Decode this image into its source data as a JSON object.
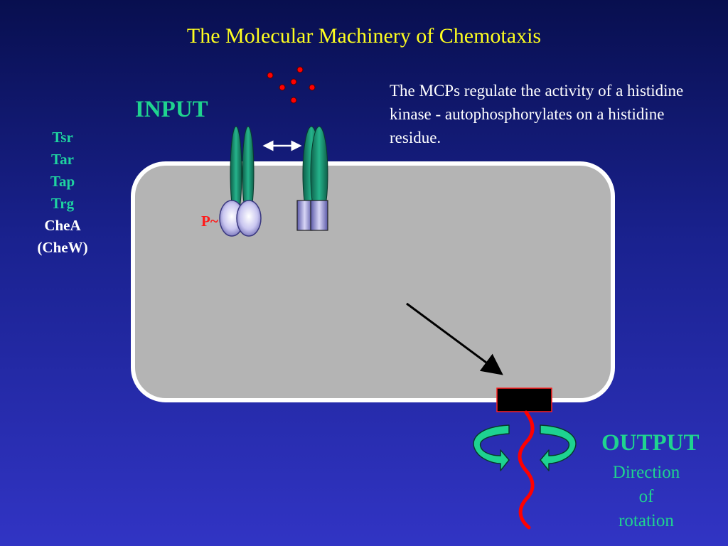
{
  "title": "The Molecular Machinery of Chemotaxis",
  "input_label": "INPUT",
  "receptors": [
    "Tsr",
    "Tar",
    "Tap",
    "Trg"
  ],
  "associated_proteins": [
    "CheA",
    "(CheW)"
  ],
  "description": "The MCPs regulate the activity of a histidine kinase - autophosphorylates on a histidine residue.",
  "phospho_label": "P~",
  "output_label": "OUTPUT",
  "output_caption": [
    "Direction",
    "of",
    "rotation"
  ],
  "colors": {
    "title": "#ffff1f",
    "labels": "#1fd38f",
    "cell": "#b4b4b4",
    "receptor": "#1a9a74",
    "ligand": "#ff0000",
    "flagellum": "#ff0000"
  }
}
